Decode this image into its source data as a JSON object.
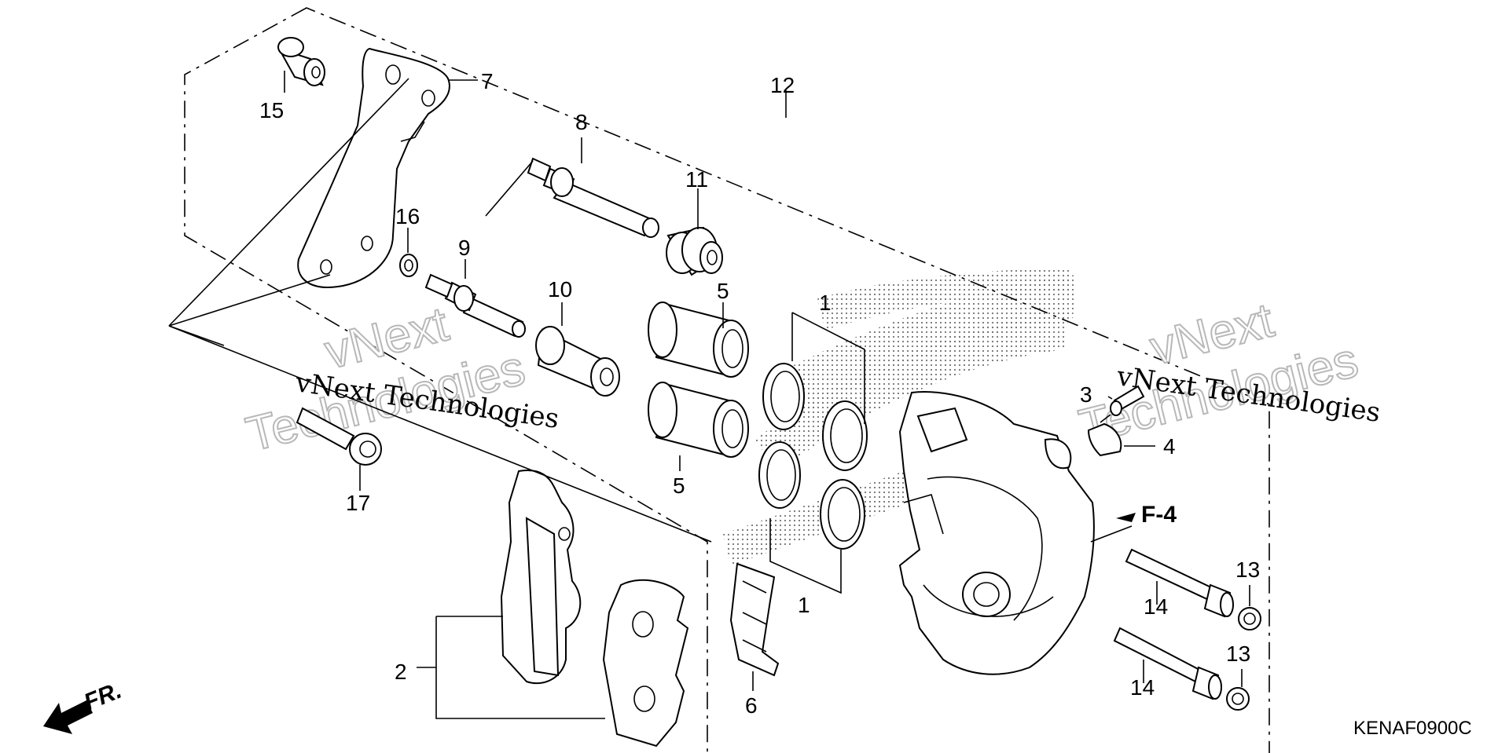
{
  "diagram": {
    "title": "",
    "callouts": {
      "c1a": "1",
      "c1b": "1",
      "c2": "2",
      "c3": "3",
      "c4": "4",
      "c5a": "5",
      "c5b": "5",
      "c6": "6",
      "c7": "7",
      "c8": "8",
      "c9": "9",
      "c10": "10",
      "c11": "11",
      "c12": "12",
      "c13a": "13",
      "c13b": "13",
      "c14a": "14",
      "c14b": "14",
      "c15": "15",
      "c16": "16",
      "c17": "17"
    },
    "watermark_left_big": "vNext",
    "watermark_left_big2": "Technologies",
    "watermark_left_small": "vNext Technologies",
    "watermark_right_big": "vNext",
    "watermark_right_big2": "Technologies",
    "watermark_right_small": "vNext Technologies",
    "reference_mark": "F-4",
    "front_indicator": "FR.",
    "diagram_code": "KENAF0900C"
  }
}
